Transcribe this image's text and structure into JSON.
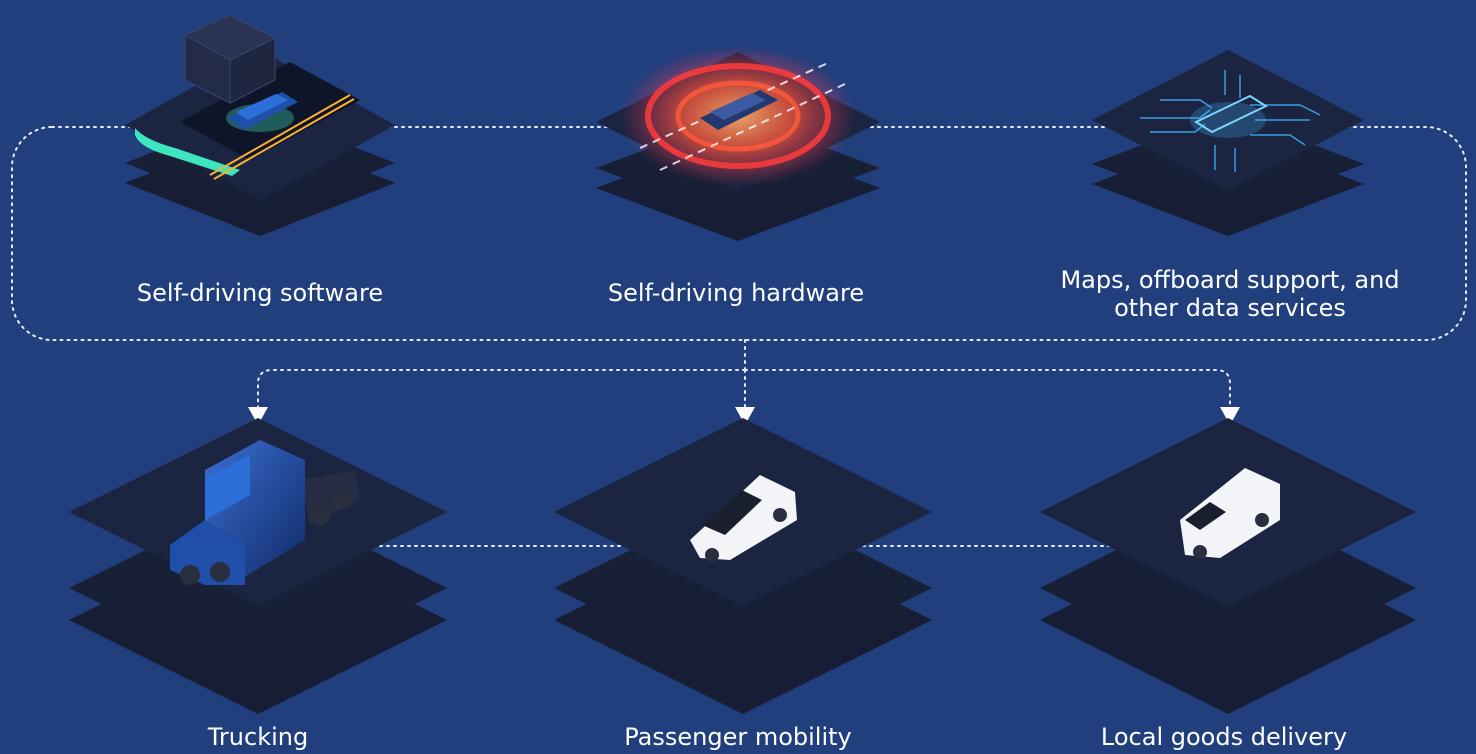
{
  "colors": {
    "background": "#213f7c",
    "platform_top": "#1b2440",
    "platform_layer": "#182038",
    "connector": "#e6ecf7",
    "road_accent": "#3ee6c0",
    "radar_glow": "#ff5a3c",
    "circuit_glow": "#3fb5ff",
    "vehicle_blue": "#1f4fa8",
    "vehicle_white": "#f2f4f8"
  },
  "platform_group": {
    "items": [
      {
        "id": "software",
        "lines": [
          "Self-driving software"
        ],
        "icon": "road-car-icon"
      },
      {
        "id": "hardware",
        "lines": [
          "Self-driving hardware"
        ],
        "icon": "radar-car-icon"
      },
      {
        "id": "data",
        "lines": [
          "Maps, offboard support, and",
          "other data services"
        ],
        "icon": "circuit-car-icon"
      }
    ]
  },
  "applications": {
    "items": [
      {
        "id": "trucking",
        "lines": [
          "Trucking"
        ],
        "icon": "truck-icon"
      },
      {
        "id": "passenger",
        "lines": [
          "Passenger mobility"
        ],
        "icon": "minivan-icon"
      },
      {
        "id": "delivery",
        "lines": [
          "Local goods delivery"
        ],
        "icon": "delivery-van-icon"
      }
    ]
  }
}
